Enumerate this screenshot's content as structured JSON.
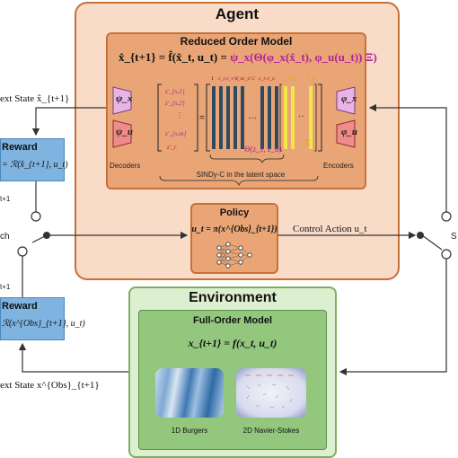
{
  "agent": {
    "title": "Agent",
    "rom": {
      "title": "Reduced Order Model",
      "equation_left": "x̂_{t+1} = f̂(x̂_t, u_t) =",
      "equation_right": "ψ_x(Θ(φ_x(x̂_t), φ_u(u_t)) Ξ)",
      "decoders_label": "Decoders",
      "encoders_label": "Encoders",
      "decoder_psi_x": "ψ_x",
      "decoder_psi_u": "ψ_u",
      "encoder_phi_x": "φ_x",
      "encoder_phi_u": "φ_u",
      "theta_label": "Θ(z_x, z_u)",
      "xi_label": "Ξ",
      "sindy_caption": "SINDy-C in the latent space",
      "derivative_entries": [
        "z'_{x,1}",
        "z'_{x,2}",
        "⋮",
        "z'_{x,m}",
        "z'_r"
      ],
      "library_headers": [
        "1",
        "z_x",
        "z_x^2",
        "z_u",
        "z_u^2",
        "z_x z_u",
        "ξ_1",
        "ξ_2",
        "ξ_m"
      ],
      "ellipsis": "…",
      "xi_dots": "··"
    },
    "policy": {
      "title": "Policy",
      "equation": "u_t = π(x^{Obs}_{t+1})"
    }
  },
  "environment": {
    "title": "Environment",
    "fom": {
      "title": "Full-Order Model",
      "equation": "x_{t+1} = f(x_t, u_t)",
      "image1_caption": "1D Burgers",
      "image2_caption": "2D Navier-Stokes"
    }
  },
  "left": {
    "next_state_top": "ext State x̂_{t+1}",
    "reward_top_title": "Reward",
    "reward_top_eq": "= ℛ(x̂_{t+1}, u_t)",
    "t1_top": "t+1",
    "switch_label": "ch",
    "t1_bottom": "t+1",
    "reward_bottom_title": "Reward",
    "reward_bottom_eq": "ℛ(x^{Obs}_{t+1}, u_t)",
    "next_state_bottom": "ext State x^{Obs}_{t+1}"
  },
  "right": {
    "control_action": "Control Action u_t",
    "switch_label": "S"
  },
  "colors": {
    "agent_bg": "#f9dcc8",
    "agent_border": "#c8703a",
    "rom_bg": "#e9a576",
    "policy_bg": "#e9a576",
    "env_bg": "#dcefd0",
    "env_border": "#7fae63",
    "fom_bg": "#93c77e",
    "reward_bg": "#7fb3e0",
    "decoder_pink": "#e8b4e6",
    "decoder_red": "#f08b8b",
    "bar_dark": "#2f4a63",
    "bar_yellow": "#f3e64a"
  }
}
